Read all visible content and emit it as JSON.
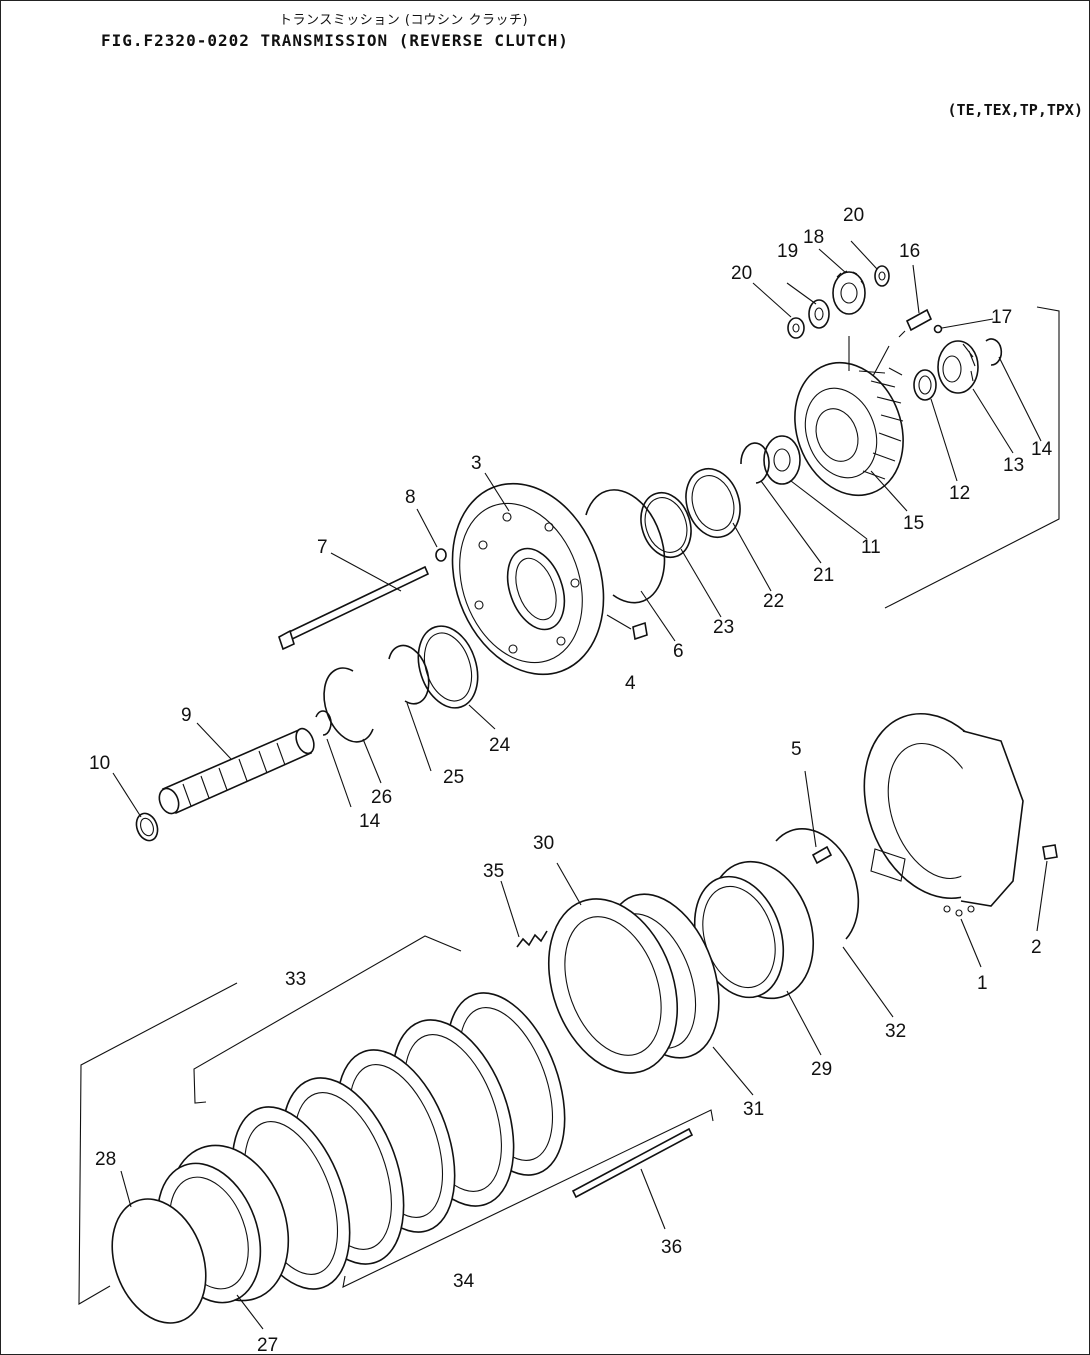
{
  "header": {
    "japanese_title": "トランスミッション (コウシン クラッチ)",
    "figure_title": "FIG.F2320-0202   TRANSMISSION (REVERSE CLUTCH)",
    "models": "(TE,TEX,TP,TPX)"
  },
  "callouts": {
    "c1": "1",
    "c2": "2",
    "c3": "3",
    "c4": "4",
    "c5": "5",
    "c6": "6",
    "c7": "7",
    "c8": "8",
    "c9": "9",
    "c10": "10",
    "c11": "11",
    "c12": "12",
    "c13": "13",
    "c14a": "14",
    "c14b": "14",
    "c15": "15",
    "c16": "16",
    "c17": "17",
    "c18": "18",
    "c19": "19",
    "c20a": "20",
    "c20b": "20",
    "c21": "21",
    "c22": "22",
    "c23": "23",
    "c24": "24",
    "c25": "25",
    "c26": "26",
    "c27": "27",
    "c28": "28",
    "c29": "29",
    "c30": "30",
    "c31": "31",
    "c32": "32",
    "c33": "33",
    "c34": "34",
    "c35": "35",
    "c36": "36"
  }
}
